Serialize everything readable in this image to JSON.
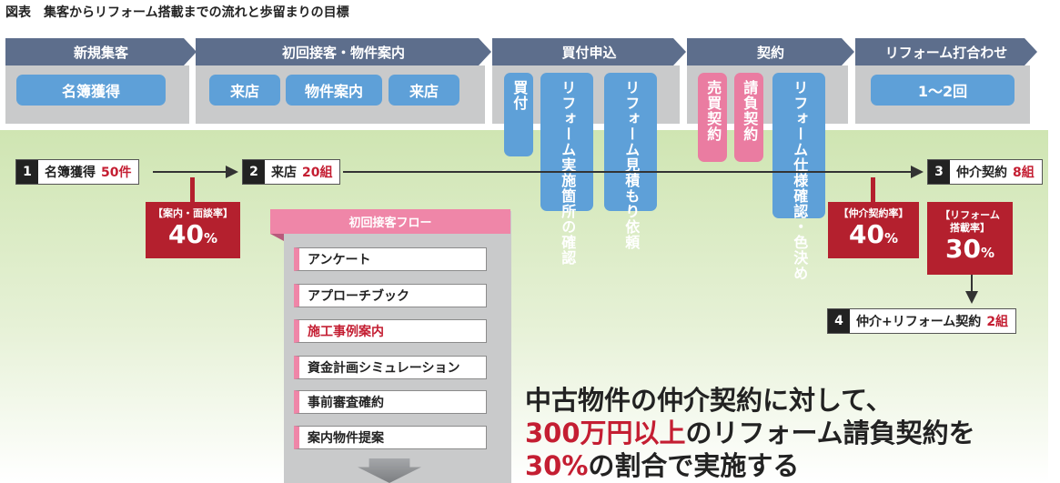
{
  "figure": {
    "title": "図表　集客からリフォーム搭載までの流れと歩留まりの目標"
  },
  "phases": [
    {
      "label": "新規集客"
    },
    {
      "label": "初回接客・物件案内"
    },
    {
      "label": "買付申込"
    },
    {
      "label": "契約"
    },
    {
      "label": "リフォーム打合わせ"
    }
  ],
  "phase_items": {
    "new_customer": [
      "名簿獲得"
    ],
    "first_contact": [
      "来店",
      "物件案内",
      "来店"
    ],
    "purchase": [
      "買付",
      "リフォーム実施箇所の確認",
      "リフォーム見積もり依頼"
    ],
    "contract": [
      "売買契約",
      "請負契約",
      "リフォーム仕様確認・色決め"
    ],
    "reform": [
      "1〜2回"
    ]
  },
  "steps": [
    {
      "num": "1",
      "label": "名簿獲得",
      "value": "50件"
    },
    {
      "num": "2",
      "label": "来店",
      "value": "20組"
    },
    {
      "num": "3",
      "label": "仲介契約",
      "value": "8組"
    },
    {
      "num": "4",
      "label": "仲介+リフォーム契約",
      "value": "2組"
    }
  ],
  "rates": [
    {
      "label": "【案内・面談率】",
      "value": "40",
      "unit": "%"
    },
    {
      "label": "【仲介契約率】",
      "value": "40",
      "unit": "%"
    },
    {
      "label": "【リフォーム\n搭載率】",
      "value": "30",
      "unit": "%"
    }
  ],
  "flow": {
    "title": "初回接客フロー",
    "items": [
      {
        "label": "アンケート",
        "highlight": false
      },
      {
        "label": "アプローチブック",
        "highlight": false
      },
      {
        "label": "施工事例案内",
        "highlight": true
      },
      {
        "label": "資金計画シミュレーション",
        "highlight": false
      },
      {
        "label": "事前審査確約",
        "highlight": false
      },
      {
        "label": "案内物件提案",
        "highlight": false
      }
    ]
  },
  "headline": {
    "line1": "中古物件の仲介契約に対して、",
    "line2_red": "300万円以上",
    "line2_rest": "のリフォーム請負契約を",
    "line3_red": "30%",
    "line3_rest": "の割合で実施する"
  },
  "colors": {
    "phase_header": "#5d6e8c",
    "pill_blue": "#5ea0d8",
    "pill_pink": "#ea7ca1",
    "rate_red": "#b4202e",
    "value_red": "#c41e32",
    "flow_pink": "#ef86a8",
    "background_green": "#cfe5b2"
  }
}
